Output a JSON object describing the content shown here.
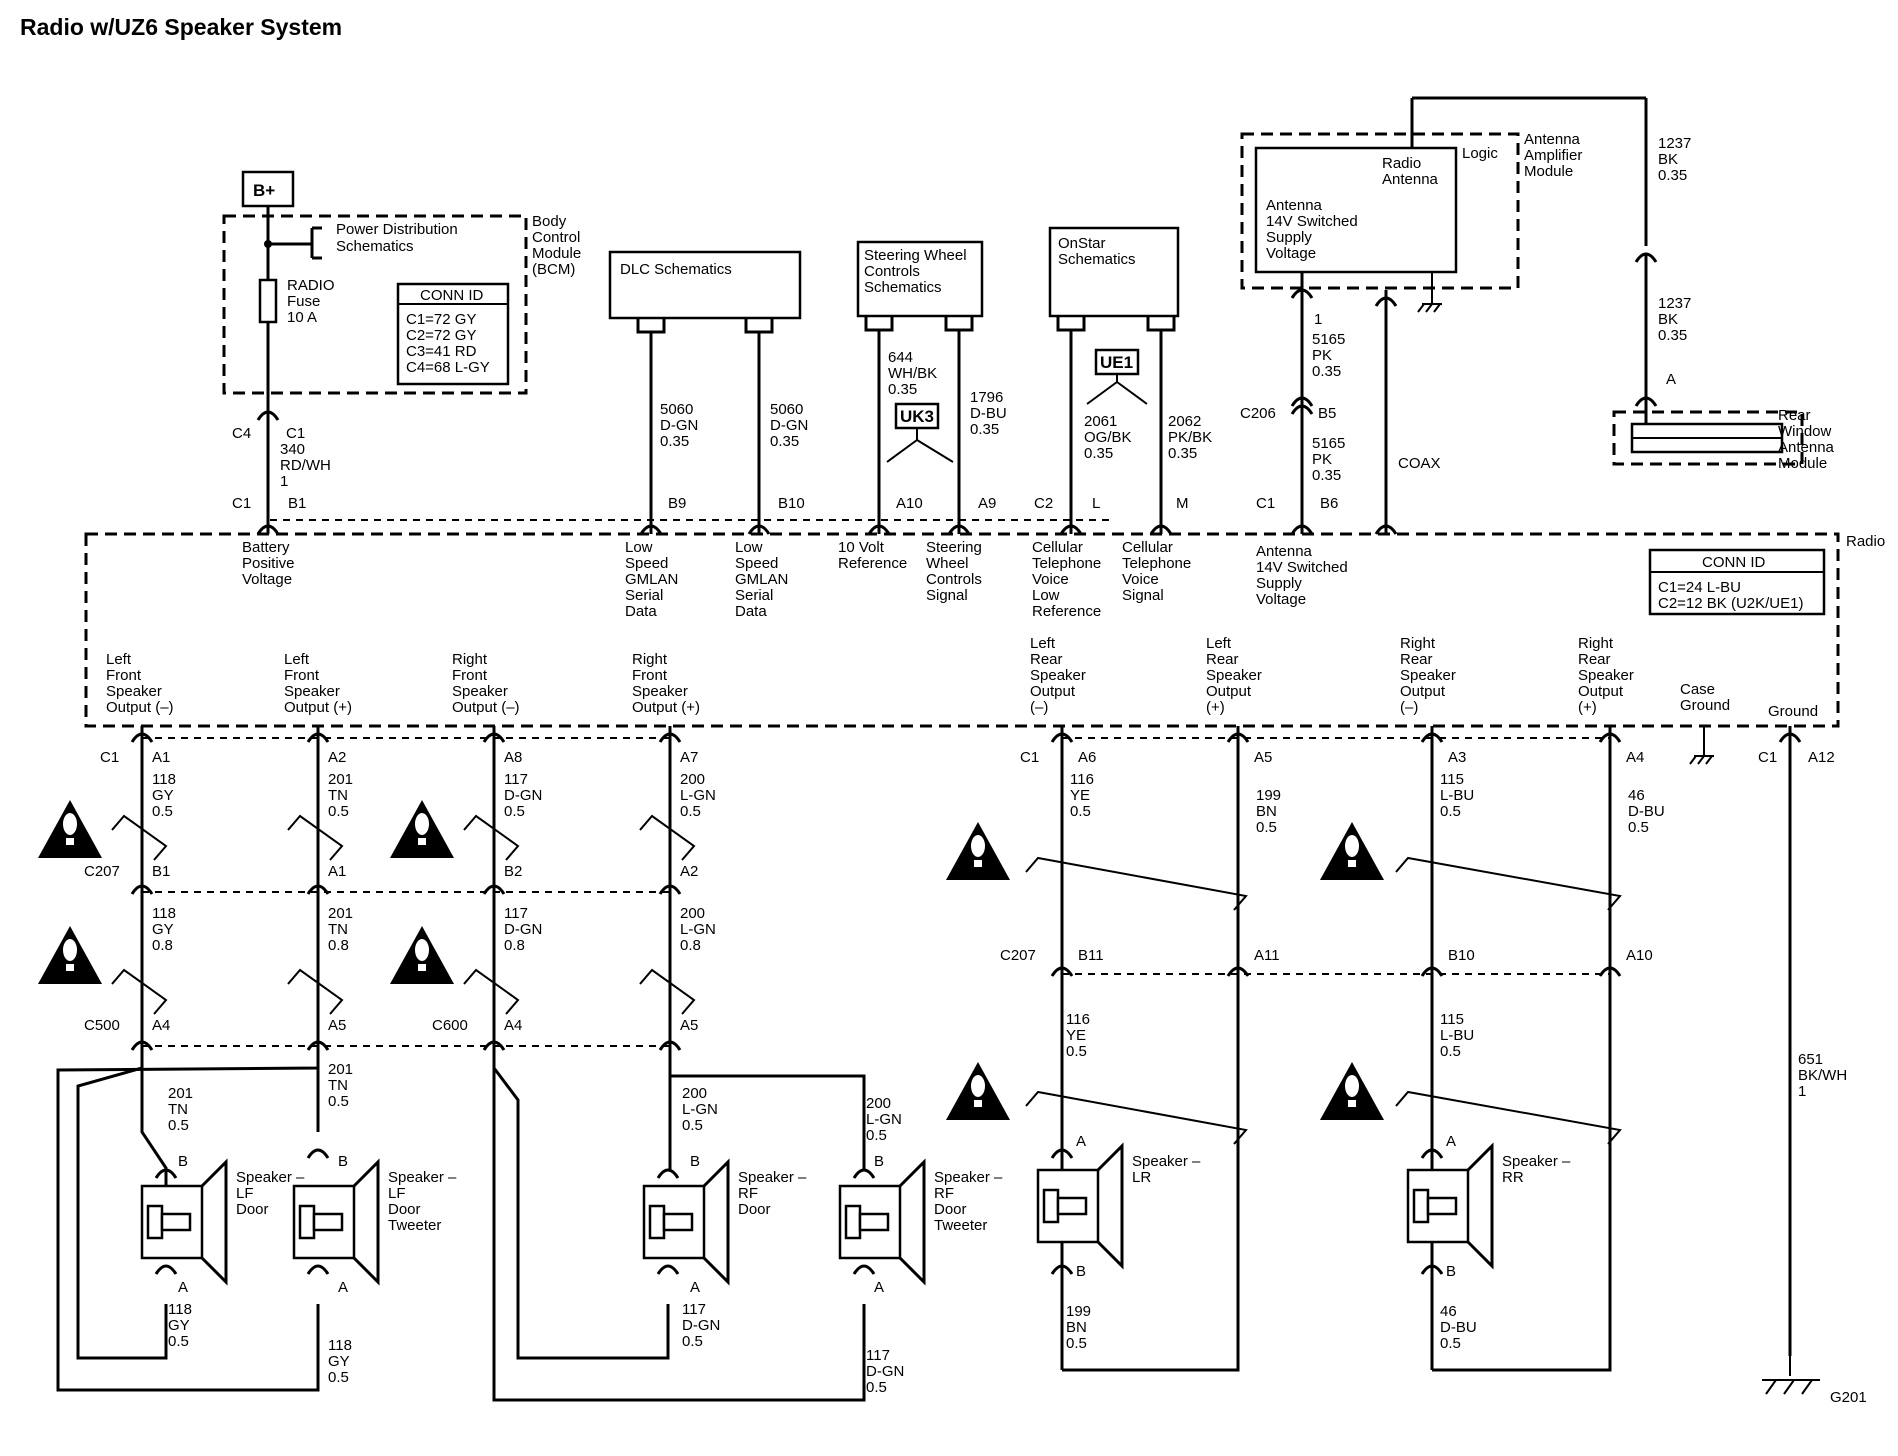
{
  "title": "Radio w/UZ6 Speaker System",
  "bcm": {
    "supply": "B+",
    "pds": [
      "Power Distribution",
      "Schematics"
    ],
    "module": [
      "Body",
      "Control",
      "Module",
      "(BCM)"
    ],
    "fuse": [
      "RADIO",
      "Fuse",
      "10 A"
    ],
    "conn_title": "CONN ID",
    "conn_lines": [
      "C1=72 GY",
      "C2=72 GY",
      "C3=41 RD",
      "C4=68 L-GY"
    ]
  },
  "dlc": "DLC Schematics",
  "swc": [
    "Steering Wheel",
    "Controls",
    "Schematics"
  ],
  "onstar": [
    "OnStar",
    "Schematics"
  ],
  "antamp": {
    "logic": "Logic",
    "radio_antenna": [
      "Radio",
      "Antenna"
    ],
    "supply": [
      "Antenna",
      "14V Switched",
      "Supply",
      "Voltage"
    ],
    "module": [
      "Antenna",
      "Amplifier",
      "Module"
    ]
  },
  "rear_window": [
    "Rear",
    "Window",
    "Antenna",
    "Module"
  ],
  "options": {
    "uk3": "UK3",
    "ue1": "UE1"
  },
  "radio": {
    "label": "Radio",
    "conn_title": "CONN ID",
    "conn_lines": [
      "C1=24 L-BU",
      "C2=12 BK (U2K/UE1)"
    ],
    "top_terms": {
      "battery": [
        "Battery",
        "Positive",
        "Voltage"
      ],
      "lsgm1": [
        "Low",
        "Speed",
        "GMLAN",
        "Serial",
        "Data"
      ],
      "lsgm2": [
        "Low",
        "Speed",
        "GMLAN",
        "Serial",
        "Data"
      ],
      "ref10": [
        "10 Volt",
        "Reference"
      ],
      "swc": [
        "Steering",
        "Wheel",
        "Controls",
        "Signal"
      ],
      "cell_low": [
        "Cellular",
        "Telephone",
        "Voice",
        "Low",
        "Reference"
      ],
      "cell_sig": [
        "Cellular",
        "Telephone",
        "Voice",
        "Signal"
      ],
      "ant_supply": [
        "Antenna",
        "14V Switched",
        "Supply",
        "Voltage"
      ]
    },
    "bottom_terms": {
      "lfm": [
        "Left",
        "Front",
        "Speaker",
        "Output (–)"
      ],
      "lfp": [
        "Left",
        "Front",
        "Speaker",
        "Output (+)"
      ],
      "rfm": [
        "Right",
        "Front",
        "Speaker",
        "Output (–)"
      ],
      "rfp": [
        "Right",
        "Front",
        "Speaker",
        "Output (+)"
      ],
      "lrm": [
        "Left",
        "Rear",
        "Speaker",
        "Output",
        "(–)"
      ],
      "lrp": [
        "Left",
        "Rear",
        "Speaker",
        "Output",
        "(+)"
      ],
      "rrm": [
        "Right",
        "Rear",
        "Speaker",
        "Output",
        "(–)"
      ],
      "rrp": [
        "Right",
        "Rear",
        "Speaker",
        "Output",
        "(+)"
      ],
      "case": [
        "Case",
        "Ground"
      ],
      "ground": "Ground"
    }
  },
  "pins": {
    "c4": "C4",
    "c1": "C1",
    "c2": "C2",
    "c206": "C206",
    "c207": "C207",
    "c500": "C500",
    "c600": "C600",
    "b1": "B1",
    "b9": "B9",
    "b10": "B10",
    "a10": "A10",
    "a9": "A9",
    "l": "L",
    "m": "M",
    "p1": "1",
    "b5": "B5",
    "b6": "B6",
    "a": "A",
    "b": "B",
    "a1": "A1",
    "a2": "A2",
    "a8": "A8",
    "a7": "A7",
    "a6": "A6",
    "a5": "A5",
    "a3": "A3",
    "a4": "A4",
    "a12": "A12",
    "b2": "B2",
    "b11": "B11",
    "a11": "A11"
  },
  "wires": {
    "w340": [
      "340",
      "RD/WH",
      "1"
    ],
    "w5060": [
      "5060",
      "D-GN",
      "0.35"
    ],
    "w644": [
      "644",
      "WH/BK",
      "0.35"
    ],
    "w1796": [
      "1796",
      "D-BU",
      "0.35"
    ],
    "w2061": [
      "2061",
      "OG/BK",
      "0.35"
    ],
    "w2062": [
      "2062",
      "PK/BK",
      "0.35"
    ],
    "w5165": [
      "5165",
      "PK",
      "0.35"
    ],
    "w1237": [
      "1237",
      "BK",
      "0.35"
    ],
    "coax": "COAX",
    "w118a": [
      "118",
      "GY",
      "0.5"
    ],
    "w118b": [
      "118",
      "GY",
      "0.8"
    ],
    "w201a": [
      "201",
      "TN",
      "0.5"
    ],
    "w201b": [
      "201",
      "TN",
      "0.8"
    ],
    "w117a": [
      "117",
      "D-GN",
      "0.5"
    ],
    "w117b": [
      "117",
      "D-GN",
      "0.8"
    ],
    "w200a": [
      "200",
      "L-GN",
      "0.5"
    ],
    "w200b": [
      "200",
      "L-GN",
      "0.8"
    ],
    "w116": [
      "116",
      "YE",
      "0.5"
    ],
    "w199": [
      "199",
      "BN",
      "0.5"
    ],
    "w115": [
      "115",
      "L-BU",
      "0.5"
    ],
    "w46": [
      "46",
      "D-BU",
      "0.5"
    ],
    "w651": [
      "651",
      "BK/WH",
      "1"
    ]
  },
  "speakers": {
    "lf": [
      "Speaker –",
      "LF",
      "Door"
    ],
    "lft": [
      "Speaker –",
      "LF",
      "Door",
      "Tweeter"
    ],
    "rf": [
      "Speaker –",
      "RF",
      "Door"
    ],
    "rft": [
      "Speaker –",
      "RF",
      "Door",
      "Tweeter"
    ],
    "lr": [
      "Speaker –",
      "LR"
    ],
    "rr": [
      "Speaker –",
      "RR"
    ]
  },
  "ground_id": "G201"
}
